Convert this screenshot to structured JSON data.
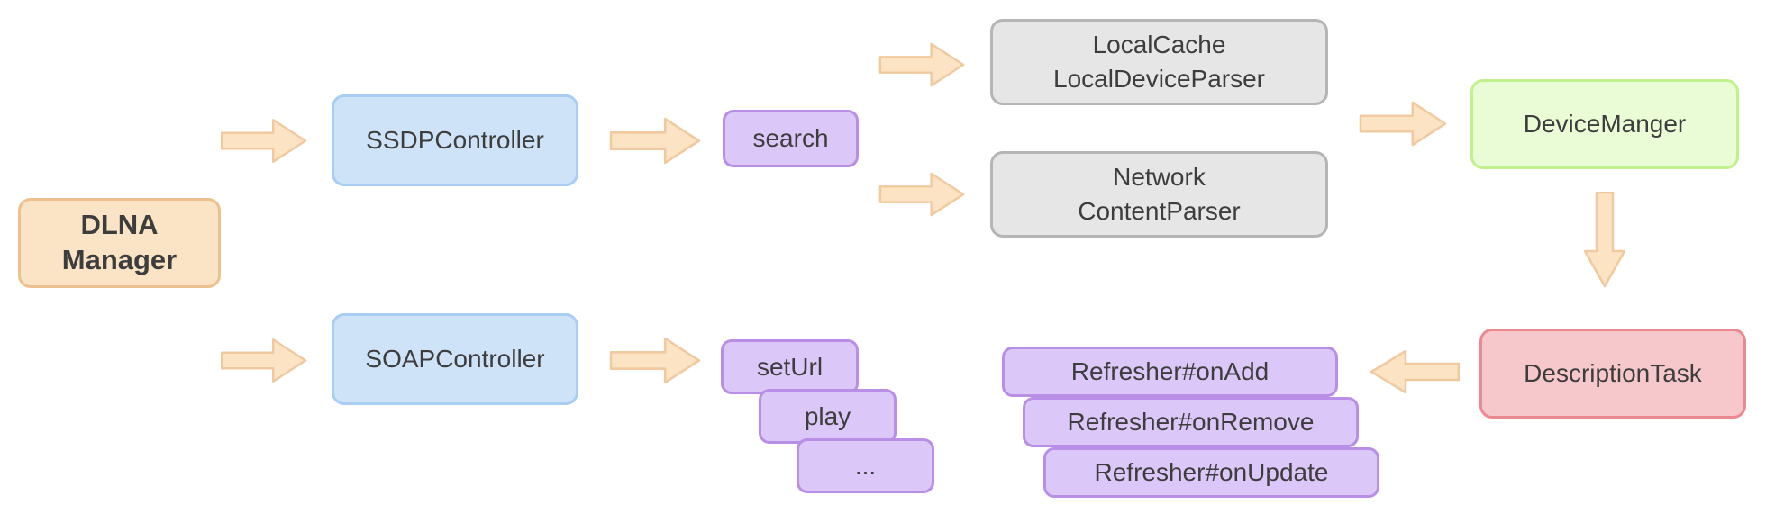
{
  "diagram": {
    "colors": {
      "orange_fill": "#fbe4c5",
      "orange_border": "#edc18d",
      "arrow_fill": "#fbe3c3",
      "arrow_border": "#f0c99f",
      "blue_fill": "#cfe3f8",
      "blue_border": "#a9cdf3",
      "purple_fill": "#dcc8f8",
      "purple_border": "#b88ee6",
      "gray_fill": "#e6e6e6",
      "gray_border": "#b5b5b5",
      "green_fill": "#eafcd6",
      "green_border": "#c0f18d",
      "red_fill": "#f6c8cb",
      "red_border": "#ea8a90",
      "text_color": "#3d3d3d"
    },
    "nodes": {
      "dlna_manager": {
        "line1": "DLNA",
        "line2": "Manager"
      },
      "ssdp_controller": {
        "label": "SSDPController"
      },
      "soap_controller": {
        "label": "SOAPController"
      },
      "search": {
        "label": "search"
      },
      "local_cache_parser": {
        "line1": "LocalCache",
        "line2": "LocalDeviceParser"
      },
      "network_content_parser": {
        "line1": "Network",
        "line2": "ContentParser"
      },
      "device_manger": {
        "label": "DeviceManger"
      },
      "description_task": {
        "label": "DescriptionTask"
      },
      "refresher_callbacks": [
        "Refresher#onAdd",
        "Refresher#onRemove",
        "Refresher#onUpdate"
      ],
      "soap_actions": [
        "setUrl",
        "play",
        "..."
      ]
    }
  }
}
